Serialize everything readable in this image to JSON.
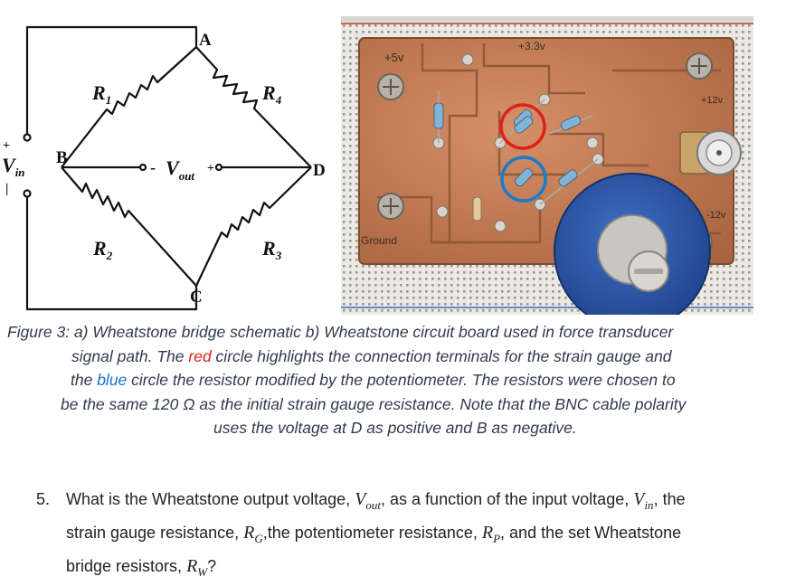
{
  "schematic": {
    "nodes": {
      "a": "A",
      "b": "B",
      "c": "C",
      "d": "D"
    },
    "resistors": {
      "r1": "R",
      "r1_sub": "1",
      "r2": "R",
      "r2_sub": "2",
      "r3": "R",
      "r3_sub": "3",
      "r4": "R",
      "r4_sub": "4"
    },
    "vin": {
      "main": "V",
      "sub": "in",
      "plus": "+",
      "minus": "|"
    },
    "vout": {
      "minus": "-",
      "main": "V",
      "sub": "out",
      "plus": "+"
    }
  },
  "board": {
    "labels": {
      "v5": "+5v",
      "v33": "+3.3v",
      "v12p": "+12v",
      "v12n": "-12v",
      "ground": "Ground"
    },
    "colors": {
      "copper": "#c07a4f",
      "breadboard": "#ece9e4",
      "pot_blue": "#2a55a8",
      "highlight_red": "#e0201b",
      "highlight_blue": "#1a7bc8"
    }
  },
  "caption": {
    "l1": "Figure 3: a) Wheatstone bridge schematic b) Wheatstone circuit board used in force transducer",
    "l2": "signal path. The ",
    "l2_red": "red",
    "l2_end": " circle highlights the connection terminals for the strain gauge and",
    "l3": "the ",
    "l3_blue": "blue",
    "l3_end": " circle the resistor modified by the potentiometer. The resistors were chosen to",
    "l4": "be the same 120 Ω as the initial strain gauge resistance. Note that the BNC cable polarity",
    "l5": "uses the voltage at D as positive and B as negative."
  },
  "question": {
    "number": "5.",
    "l1a": "What is the Wheatstone output voltage, ",
    "vout_main": "V",
    "vout_sub": "out",
    "l1b": ", as a function of the input voltage, ",
    "vin_main": "V",
    "vin_sub": "in",
    "l1c": ", the",
    "l2a": "strain gauge resistance, ",
    "rg_main": "R",
    "rg_sub": "G",
    "l2b": ",the potentiometer resistance, ",
    "rp_main": "R",
    "rp_sub": "P",
    "l2c": ", and the set Wheatstone",
    "l3a": "bridge resistors, ",
    "rw_main": "R",
    "rw_sub": "W",
    "l3b": "?"
  }
}
